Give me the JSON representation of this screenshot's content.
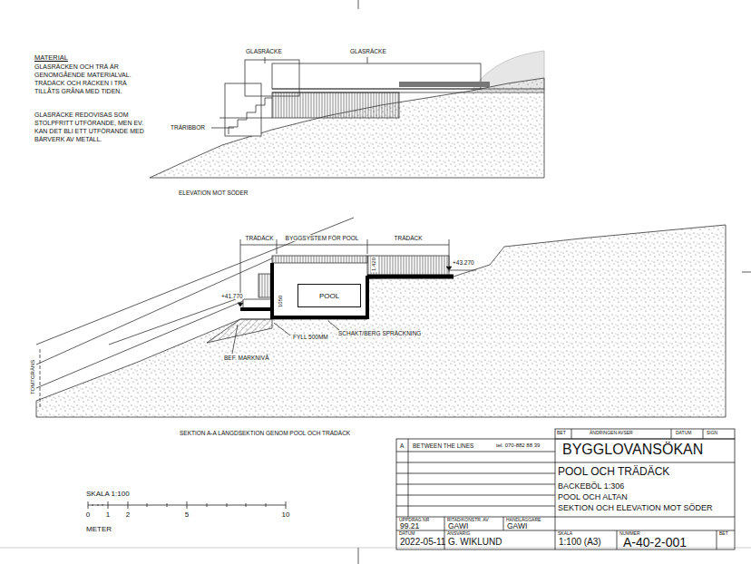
{
  "diagram": {
    "title": "BYGGLOVANSÖKAN",
    "nodes": [
      {
        "text": [
          "POOL"
        ]
      }
    ],
    "labels": [
      "MATERIAL",
      "GLASRÄCKEN OCH TRÄ ÄR GENOMGÅENDE MATERIALVAL. TRÄDÄCK OCH RÄCKEN I TRÄ TILLÅTS GRÅNA MED TIDEN.",
      "GLASRÄCKE REDOVISAS SOM STOLPFRITT UTFÖRANDE, MEN EV. KAN DET BLI ETT UTFÖRANDE MED BÄRVERK AV METALL.",
      "GLASRÄCKE",
      "GLASRÄCKE",
      "TRÄRIBBOR",
      "ELEVATION MOT SÖDER",
      "TRÄDÄCK",
      "BYGGSYSTEM FÖR POOL",
      "TRÄDÄCK",
      "+43.270",
      "+41.770",
      "1050",
      "1.420",
      "FYLL 500MM",
      "SCHAKT/BERG SPRÄCKNING",
      "BEF. MARKNIVÅ",
      "TOMTGRÄNS",
      "SEKTION A-A LÄNGDSEKTION GENOM POOL OCH TRÄDÄCK",
      "SKALA 1:100",
      "0",
      "1",
      "2",
      "5",
      "10",
      "METER",
      "BET",
      "ÄNDRINGEN AVSER",
      "DATUM",
      "SIGN",
      "A",
      "BETWEEN THE LINES",
      "tel. 070-882 88 39",
      "POOL OCH TRÄDÄCK",
      "BACKEBÖL 1:306",
      "POOL OCH ALTAN",
      "SEKTION OCH ELEVATION MOT SÖDER",
      "UPPDRAG NR",
      "99.21",
      "RITAD/KONSTR. AV",
      "GAWI",
      "HANDLÄGGARE",
      "GAWI",
      "DATUM",
      "2022-05-11",
      "ANSVARIG",
      "G. WIKLUND",
      "SKALA",
      "1:100 (A3)",
      "NUMMER",
      "A-40-2-001",
      "BET"
    ]
  }
}
